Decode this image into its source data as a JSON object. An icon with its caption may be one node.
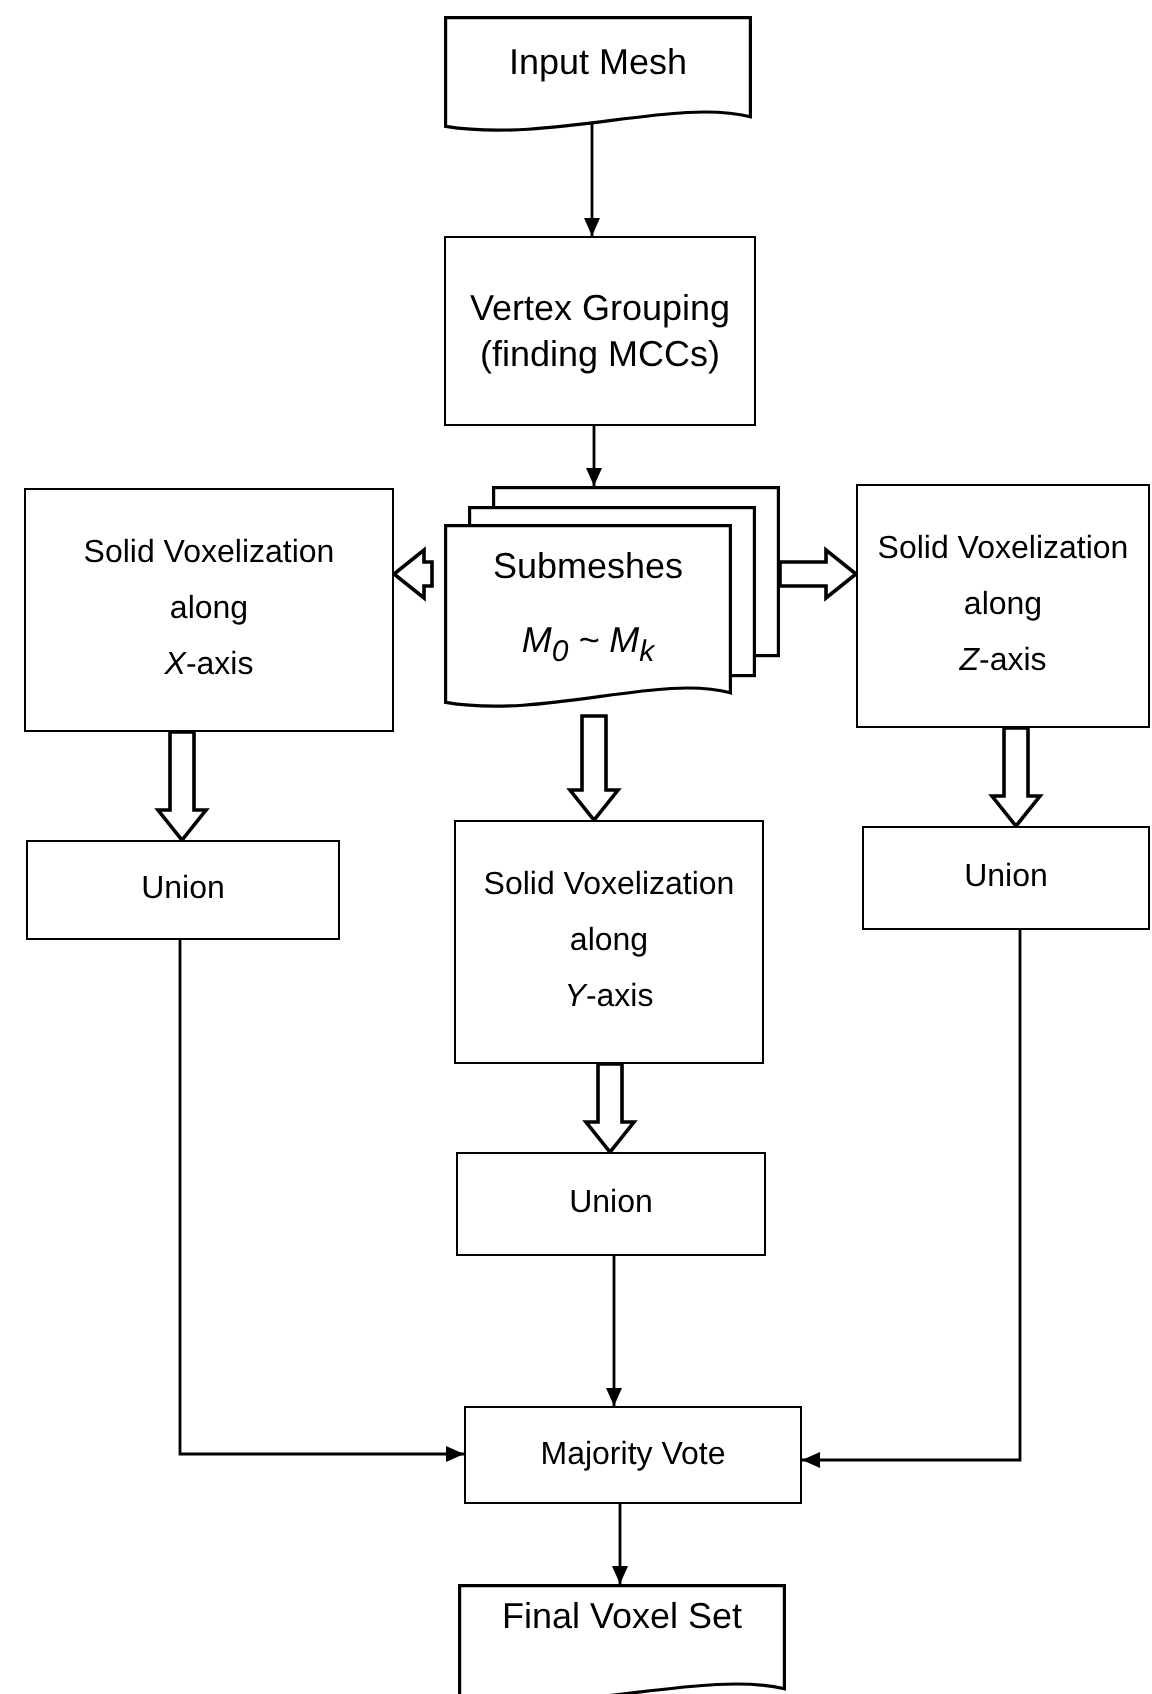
{
  "diagram": {
    "nodes": [
      {
        "text": [
          "Input Mesh"
        ]
      },
      {
        "text": [
          "Vertex Grouping (finding MCCs)"
        ]
      },
      {
        "text": [
          "Submeshes",
          "M$_{0}$ ~ M$_{k}$"
        ]
      },
      {
        "text": [
          "Solid Voxelization",
          "along",
          "*X*-axis"
        ]
      },
      {
        "text": [
          "Solid Voxelization",
          "along",
          "*Z*-axis"
        ]
      },
      {
        "text": [
          "Solid Voxelization",
          "along",
          "*Y*-axis"
        ]
      },
      {
        "text": [
          "Union"
        ]
      },
      {
        "text": [
          "Union"
        ]
      },
      {
        "text": [
          "Union"
        ]
      },
      {
        "text": [
          "Majority Vote"
        ]
      },
      {
        "text": [
          "Final Voxel Set"
        ]
      }
    ],
    "edges": [
      {
        "from": 0,
        "to": 1,
        "arrow": "to"
      },
      {
        "from": 1,
        "to": 2,
        "arrow": "to"
      },
      {
        "from": 2,
        "to": 3,
        "arrow": "to",
        "style": "thick"
      },
      {
        "from": 2,
        "to": 4,
        "arrow": "to",
        "style": "thick"
      },
      {
        "from": 2,
        "to": 5,
        "arrow": "to",
        "style": "thick"
      },
      {
        "from": 3,
        "to": 6,
        "arrow": "to",
        "style": "thick"
      },
      {
        "from": 4,
        "to": 7,
        "arrow": "to",
        "style": "thick"
      },
      {
        "from": 5,
        "to": 8,
        "arrow": "to",
        "style": "thick"
      },
      {
        "from": 6,
        "to": 9,
        "arrow": "to"
      },
      {
        "from": 8,
        "to": 9,
        "arrow": "to"
      },
      {
        "from": 7,
        "to": 9,
        "arrow": "to"
      },
      {
        "from": 9,
        "to": 10,
        "arrow": "to"
      }
    ]
  }
}
